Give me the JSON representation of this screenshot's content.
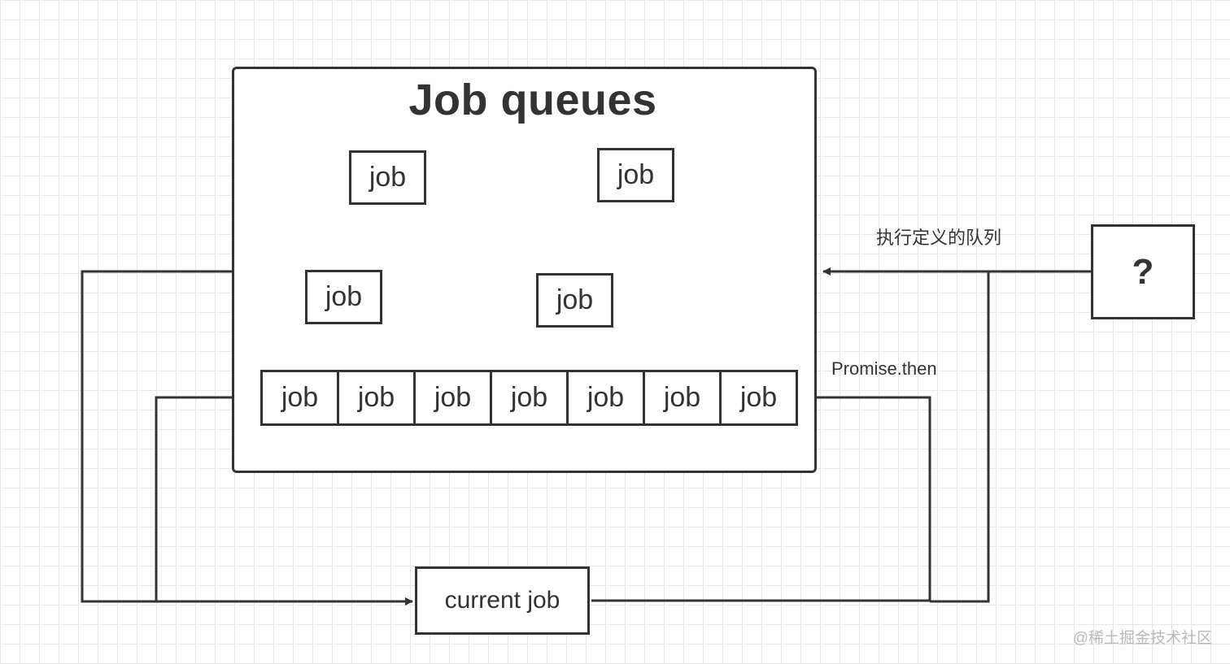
{
  "diagram": {
    "title": "Job queues",
    "scattered_jobs": [
      "job",
      "job",
      "job",
      "job"
    ],
    "queue_row": [
      "job",
      "job",
      "job",
      "job",
      "job",
      "job",
      "job"
    ],
    "current_job": "current job",
    "source_node": "?",
    "edge_labels": {
      "enqueue": "执行定义的队列",
      "promise": "Promise.then"
    }
  },
  "watermark": "@稀土掘金技术社区",
  "colors": {
    "stroke": "#333333",
    "grid": "#e6e6e6",
    "background": "#ffffff",
    "watermark": "#b8b8b8"
  }
}
